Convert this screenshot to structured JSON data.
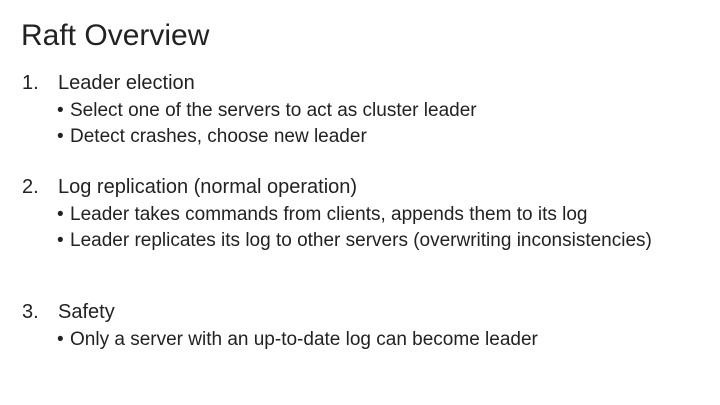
{
  "slide": {
    "title": "Raft Overview",
    "items": [
      {
        "number": "1.",
        "text": "Leader election",
        "bullet_glyph": "•",
        "subitems": [
          "Select one of the servers to act as cluster leader",
          "Detect crashes, choose new leader"
        ]
      },
      {
        "number": "2.",
        "text": "Log replication (normal operation)",
        "bullet_glyph": "•",
        "subitems": [
          "Leader takes commands from clients, appends them to its log",
          "Leader replicates its log to other servers (overwriting inconsistencies)"
        ]
      },
      {
        "number": "3.",
        "text": "Safety",
        "bullet_glyph": "•",
        "subitems": [
          "Only a server with an up-to-date log can become leader"
        ]
      }
    ]
  }
}
